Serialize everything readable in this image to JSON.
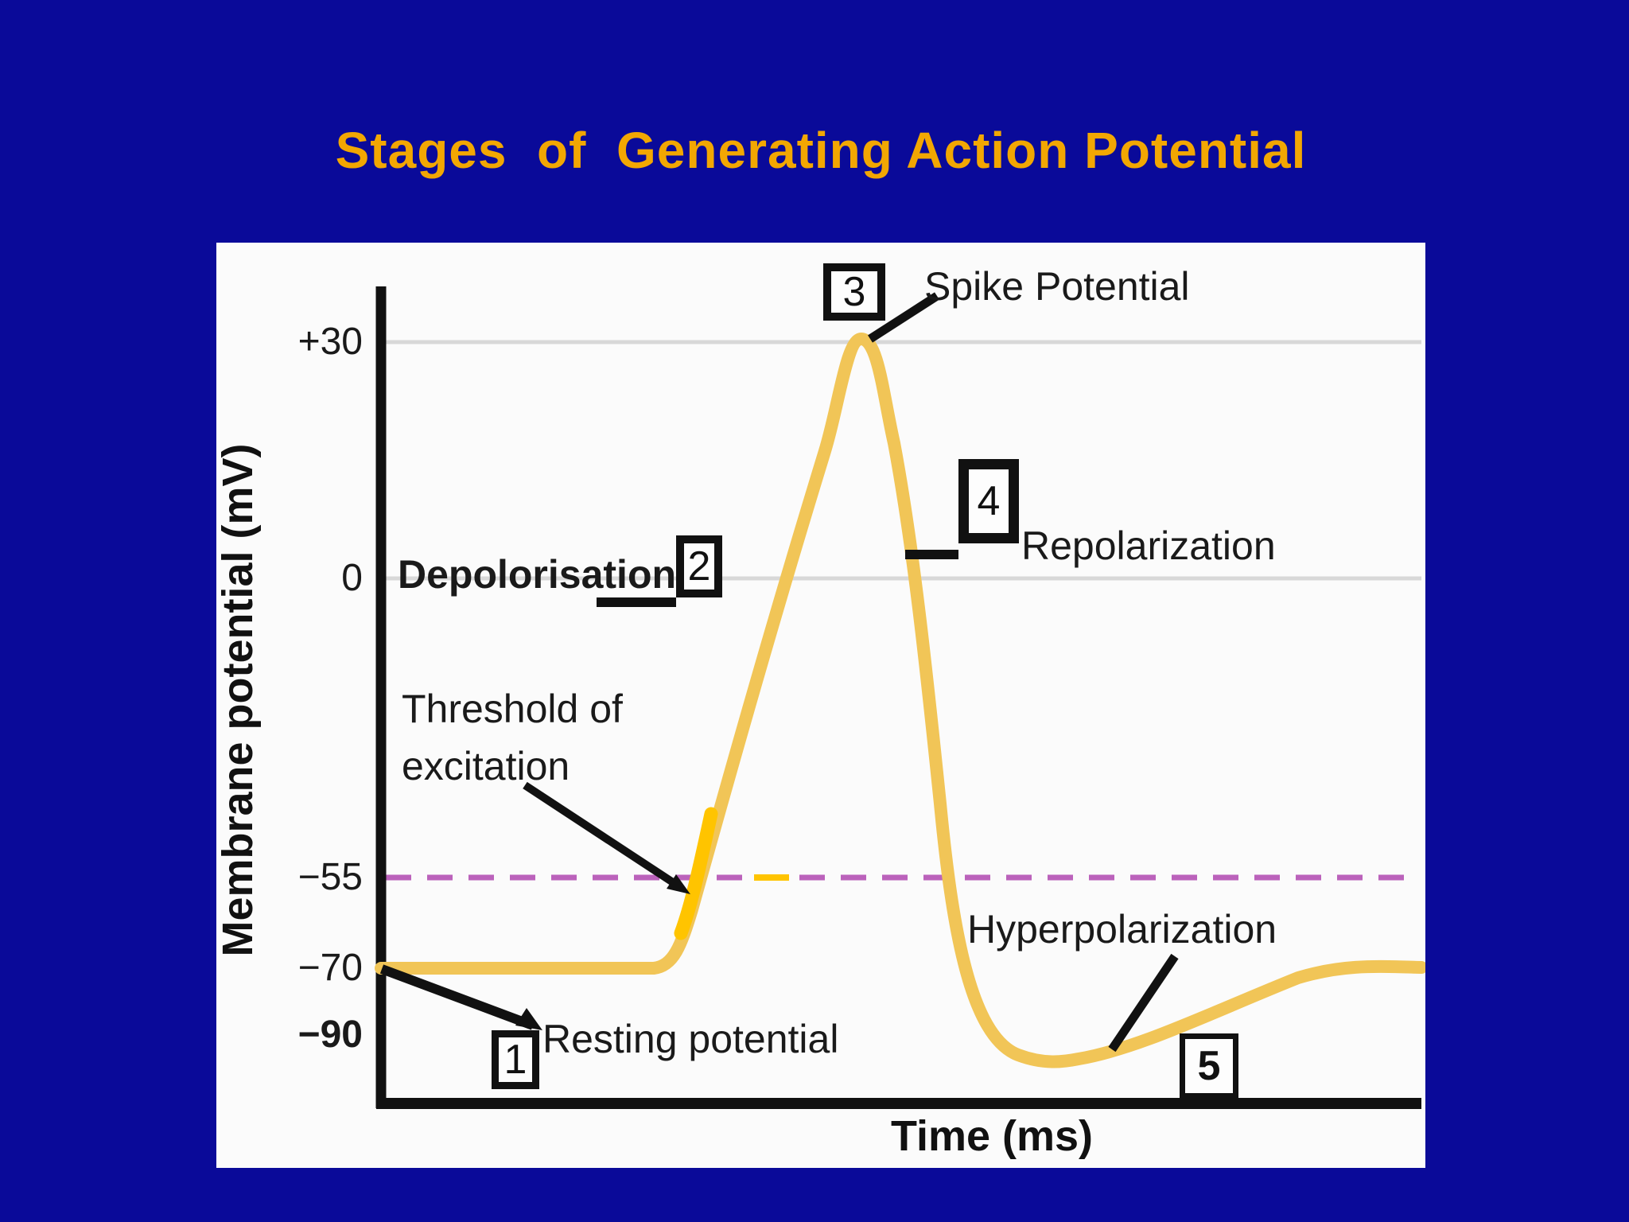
{
  "slide": {
    "title": "Stages  of  Generating Action Potential",
    "title_color": "#f2a702",
    "background_color": "#0a0a99"
  },
  "chart_data": {
    "type": "line",
    "title": "Stages of Generating Action Potential",
    "xlabel": "Time (ms)",
    "ylabel": "Membrane potential (mV)",
    "y_tick_labels": [
      "+30",
      "0",
      "−55",
      "−70",
      "−90"
    ],
    "y_tick_values": [
      30,
      0,
      -55,
      -70,
      -90
    ],
    "ylim": [
      -100,
      45
    ],
    "grid": "horizontal lines at +30 and 0 only",
    "legend_position": "none",
    "threshold_line": {
      "value_mV": -55,
      "style": "dashed",
      "color": "#bb62bb",
      "label": "Threshold of excitation"
    },
    "resting_potential_mV": -70,
    "peak_mV": 30,
    "undershoot_mV": -95,
    "curve_color": "#f1c557",
    "threshold_highlight_color": "#ffc400",
    "series": [
      {
        "name": "Membrane potential",
        "x_ms": [
          0,
          1.0,
          2.0,
          2.4,
          2.7,
          3.0,
          3.3,
          3.6,
          3.9,
          4.2,
          4.5,
          4.8,
          5.1,
          5.6,
          6.1,
          6.6,
          7.1,
          7.6,
          8.0
        ],
        "y_mV": [
          -70,
          -70,
          -70,
          -62,
          -55,
          -30,
          0,
          30,
          15,
          -20,
          -55,
          -80,
          -93,
          -95,
          -90,
          -82,
          -75,
          -71,
          -70
        ]
      }
    ],
    "stages": [
      {
        "number": "1",
        "label": "Resting potential"
      },
      {
        "number": "2",
        "label": "Depolorisation"
      },
      {
        "number": "3",
        "label": "Spike Potential"
      },
      {
        "number": "4",
        "label": "Repolarization"
      },
      {
        "number": "5",
        "label": "Hyperpolarization"
      }
    ],
    "threshold_label_line1": "Threshold of",
    "threshold_label_line2": "excitation"
  }
}
